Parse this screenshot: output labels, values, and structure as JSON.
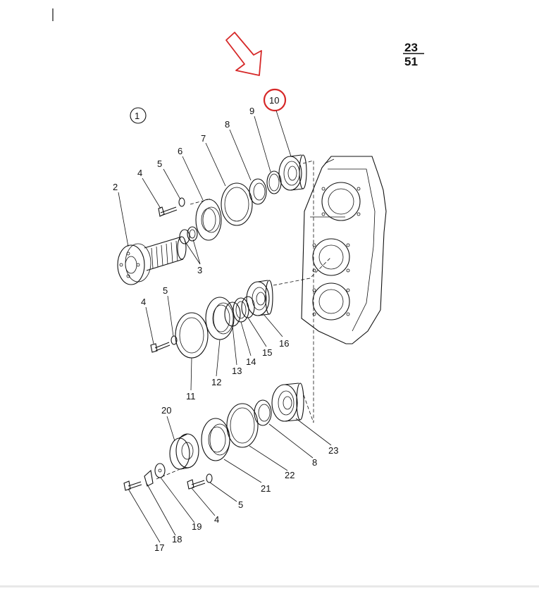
{
  "sheet_reference": {
    "top": "23",
    "bottom": "51"
  },
  "view_marker": "1",
  "highlighted_part": "10",
  "colors": {
    "highlight": "#d62828",
    "line": "#111111"
  },
  "callouts": [
    "2",
    "4",
    "5",
    "6",
    "7",
    "8",
    "9",
    "3",
    "4",
    "5",
    "11",
    "12",
    "13",
    "14",
    "15",
    "16",
    "20",
    "21",
    "22",
    "8",
    "23",
    "17",
    "18",
    "19",
    "4",
    "5"
  ]
}
